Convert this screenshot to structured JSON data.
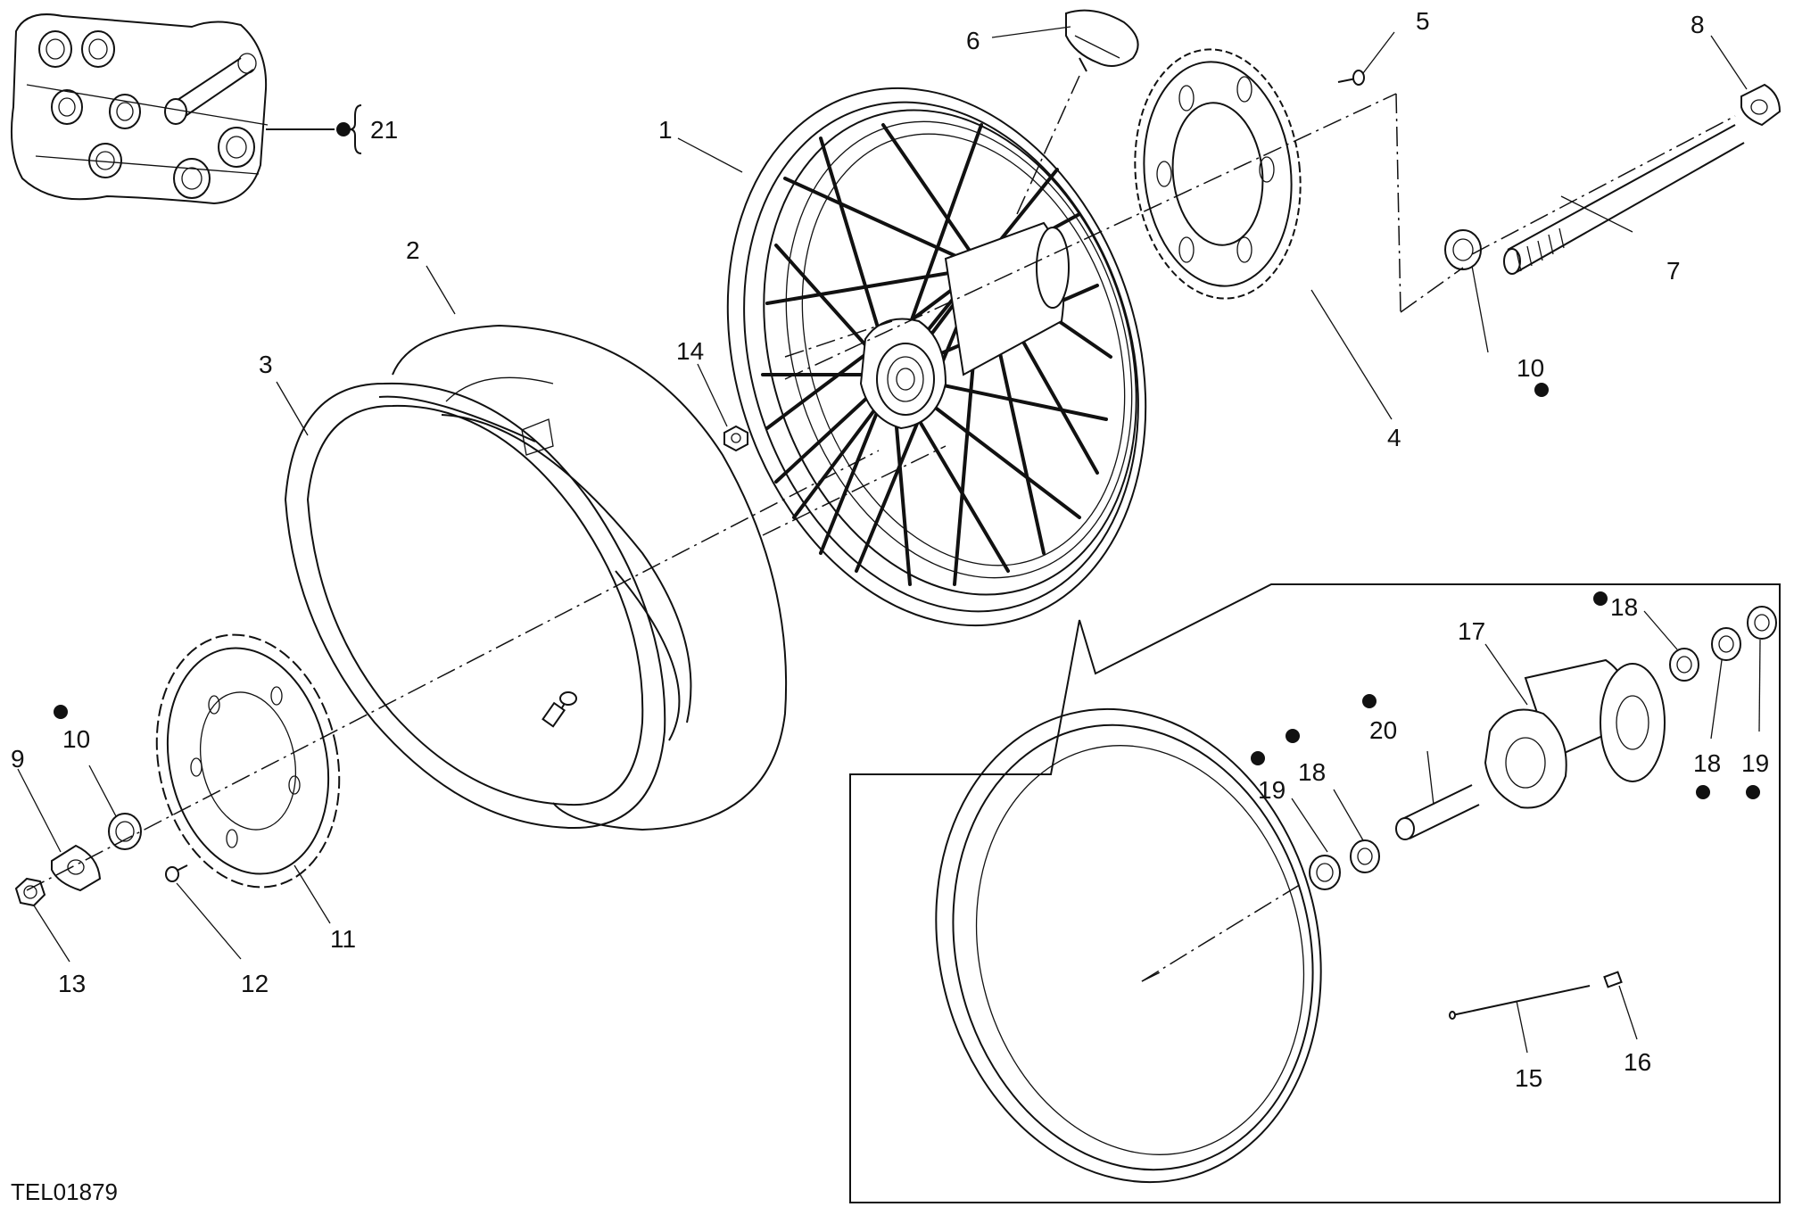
{
  "drawing_code": "TEL01879",
  "callouts": [
    {
      "id": "1",
      "label": "1"
    },
    {
      "id": "2",
      "label": "2"
    },
    {
      "id": "3",
      "label": "3"
    },
    {
      "id": "4",
      "label": "4"
    },
    {
      "id": "5",
      "label": "5"
    },
    {
      "id": "6",
      "label": "6"
    },
    {
      "id": "7",
      "label": "7"
    },
    {
      "id": "8",
      "label": "8"
    },
    {
      "id": "9",
      "label": "9"
    },
    {
      "id": "10a",
      "label": "10"
    },
    {
      "id": "10b",
      "label": "10"
    },
    {
      "id": "11",
      "label": "11"
    },
    {
      "id": "12",
      "label": "12"
    },
    {
      "id": "13",
      "label": "13"
    },
    {
      "id": "14",
      "label": "14"
    },
    {
      "id": "15",
      "label": "15"
    },
    {
      "id": "16",
      "label": "16"
    },
    {
      "id": "17",
      "label": "17"
    },
    {
      "id": "18a",
      "label": "18"
    },
    {
      "id": "18b",
      "label": "18"
    },
    {
      "id": "18c",
      "label": "18"
    },
    {
      "id": "19a",
      "label": "19"
    },
    {
      "id": "19b",
      "label": "19"
    },
    {
      "id": "20",
      "label": "20"
    },
    {
      "id": "21",
      "label": "21"
    }
  ]
}
